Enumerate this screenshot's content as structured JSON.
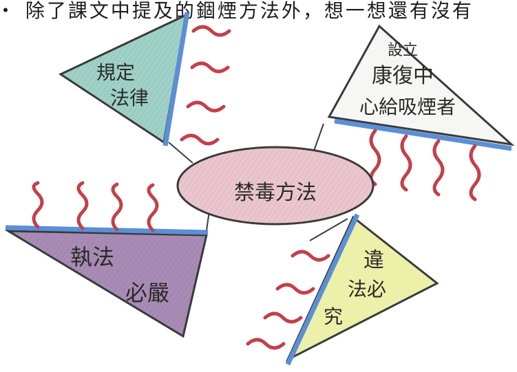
{
  "header": {
    "text": "‧ 除了課文中提及的錮煙方法外，想一想還有沒有"
  },
  "center": {
    "label": "禁毒方法"
  },
  "topics": [
    {
      "id": "law",
      "lines": [
        "規定",
        "法律"
      ]
    },
    {
      "id": "rehab",
      "lines": [
        "設立",
        "康復中",
        "心給吸煙者"
      ]
    },
    {
      "id": "enforce",
      "lines": [
        "執法",
        "必嚴"
      ]
    },
    {
      "id": "punish",
      "lines": [
        "違",
        "法必",
        "究"
      ]
    }
  ],
  "colors": {
    "outline": "#3a3a3a",
    "blue_edge": "#5b8fd6",
    "red_wave": "#c2404a",
    "teal_fill": "#9fd1c7",
    "white_fill": "#f6f6f4",
    "purple_fill": "#a98cb5",
    "yellow_fill": "#edf0a8",
    "oval_fill": "#ecc6cf"
  }
}
